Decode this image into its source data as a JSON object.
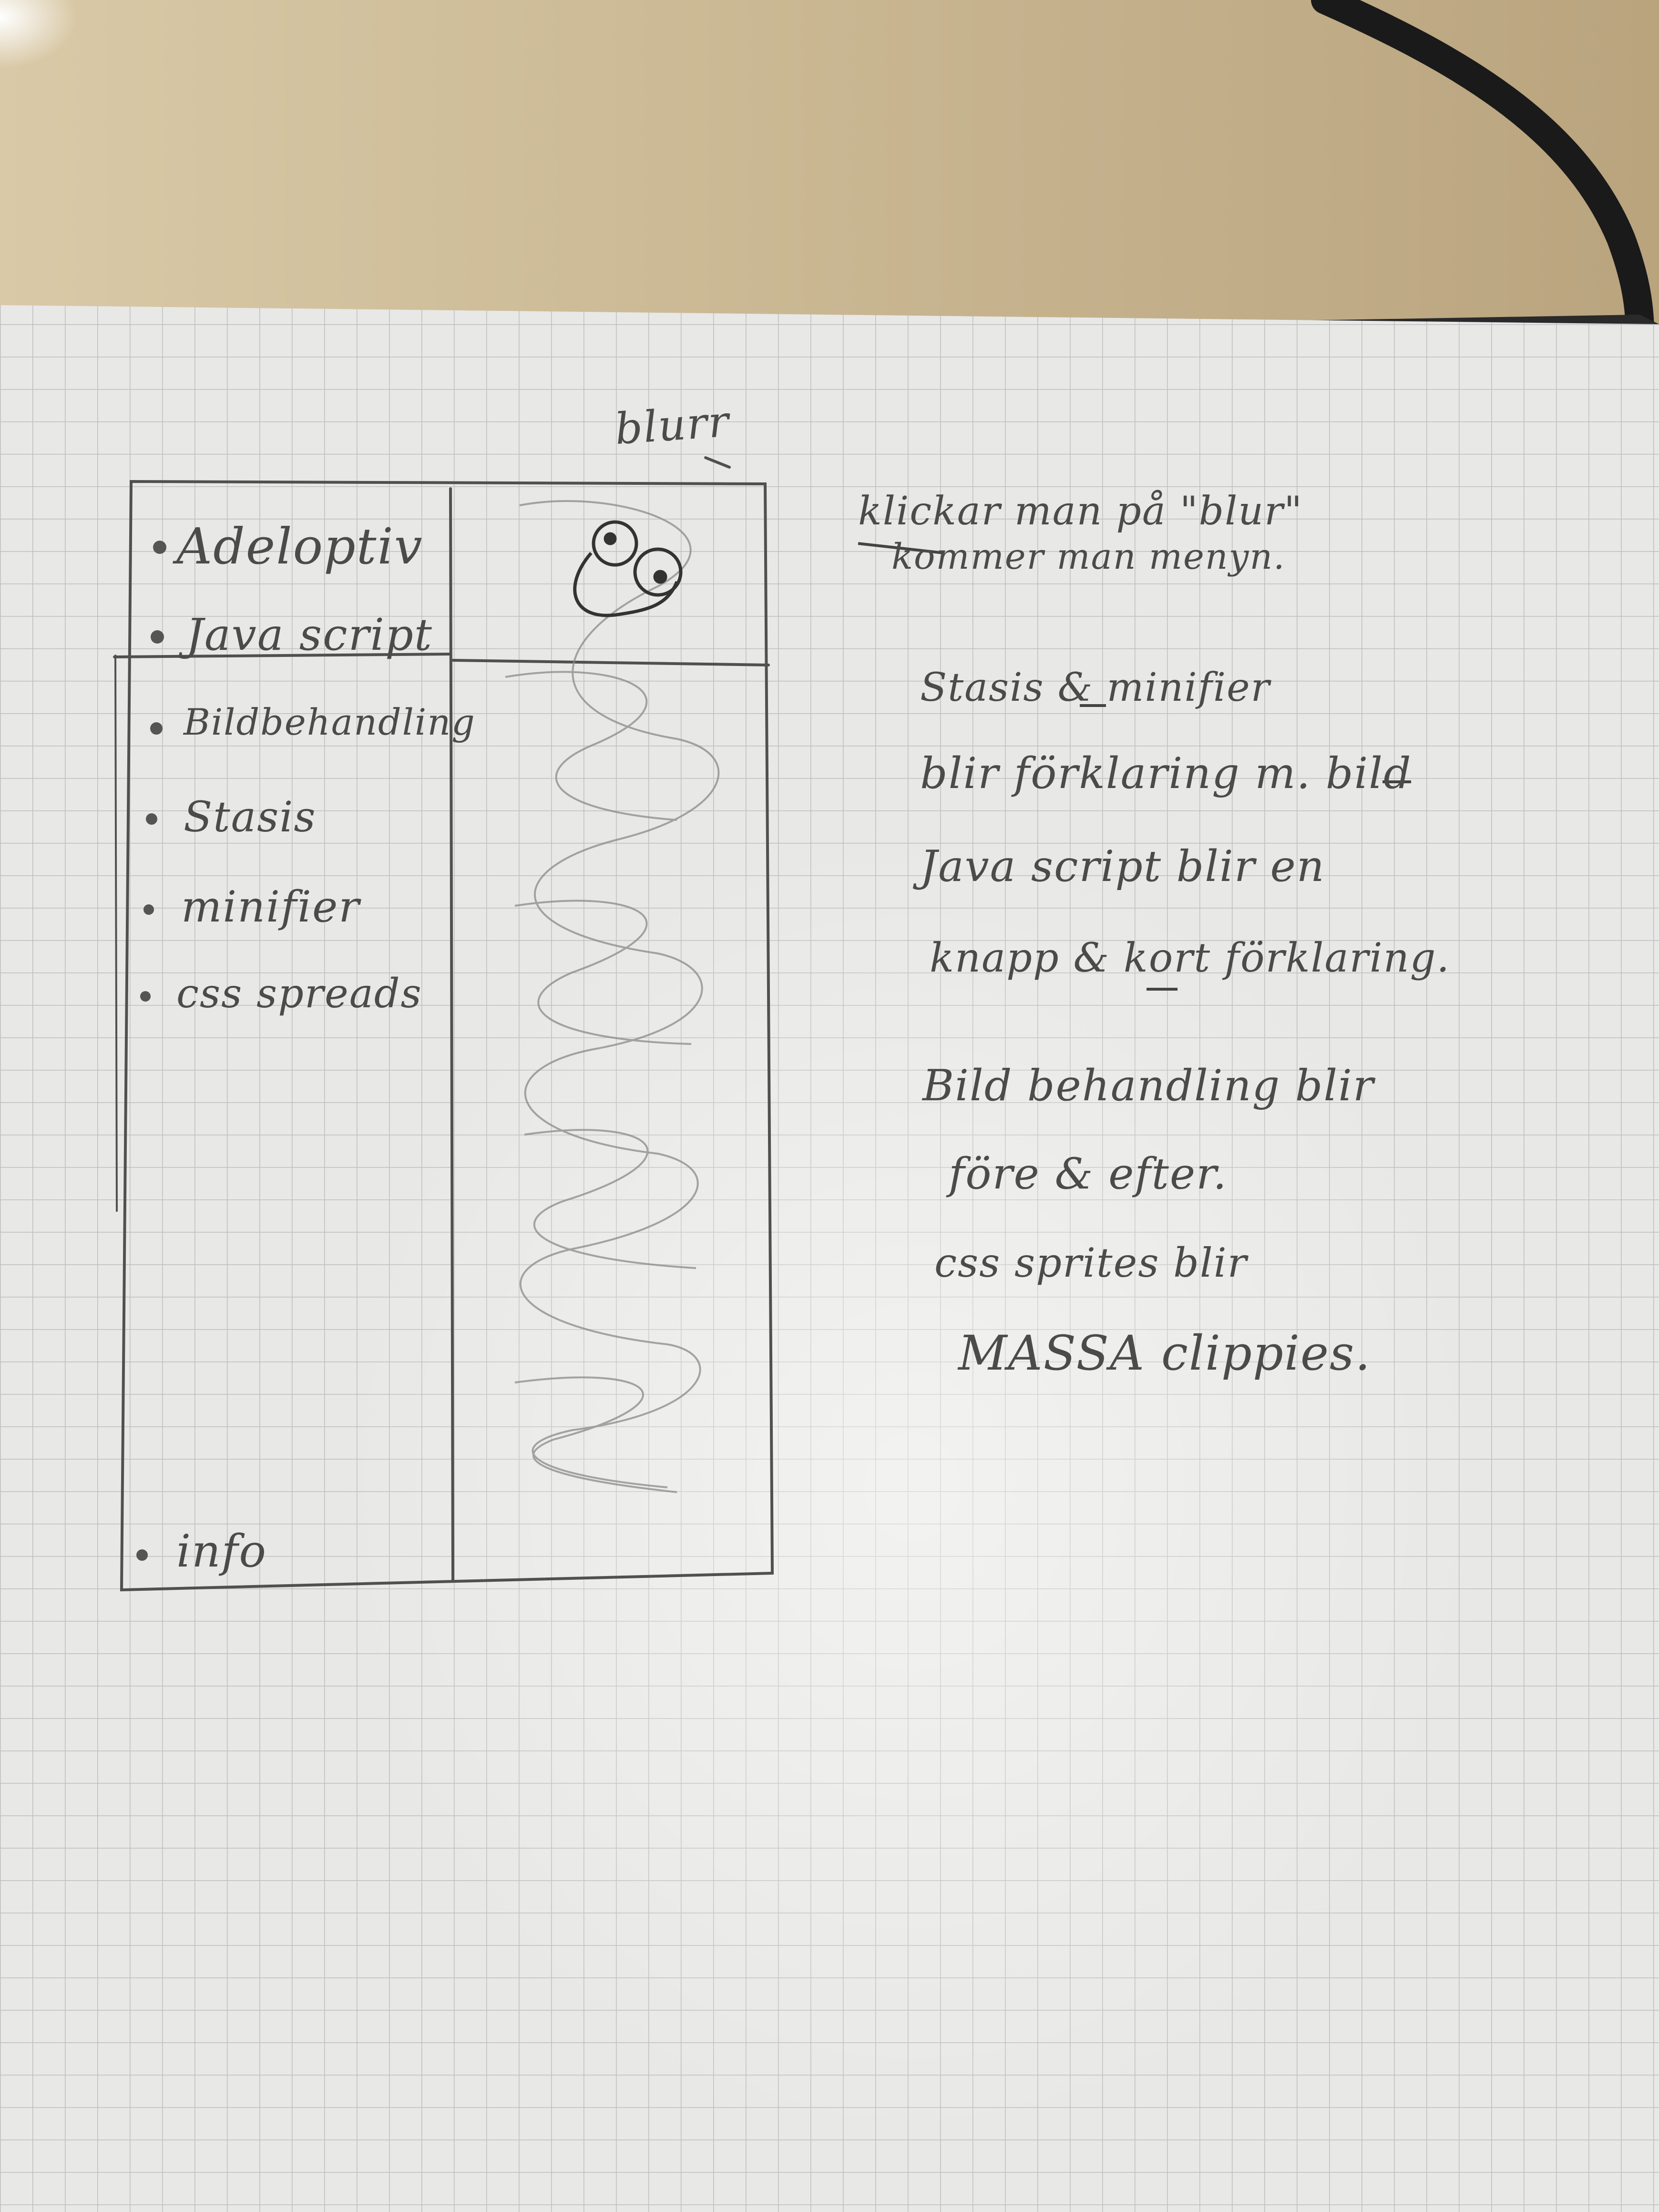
{
  "sketch": {
    "header_label": "blurr",
    "sidebar_items": [
      {
        "label": "Adeloptiv"
      },
      {
        "label": "Java script"
      },
      {
        "label": "Bildbehandling"
      },
      {
        "label": "Stasis"
      },
      {
        "label": "minifier"
      },
      {
        "label": "css spreads"
      }
    ],
    "sidebar_footer": "info"
  },
  "notes": [
    "klickar man på \"blur\"",
    "kommer man menyn.",
    "Stasis & minifier",
    "blir förklaring m. bild",
    "Java script blir en",
    "knapp & kort förklaring.",
    "Bild behandling blir",
    "före & efter.",
    "css sprites blir",
    "MASSA clippies."
  ],
  "colors": {
    "desk": "#c9b48e",
    "paper": "#e8e8e6",
    "grid_line": "#9a9ca0",
    "pencil": "#4b4b4b",
    "cable": "#1a1a1a"
  }
}
